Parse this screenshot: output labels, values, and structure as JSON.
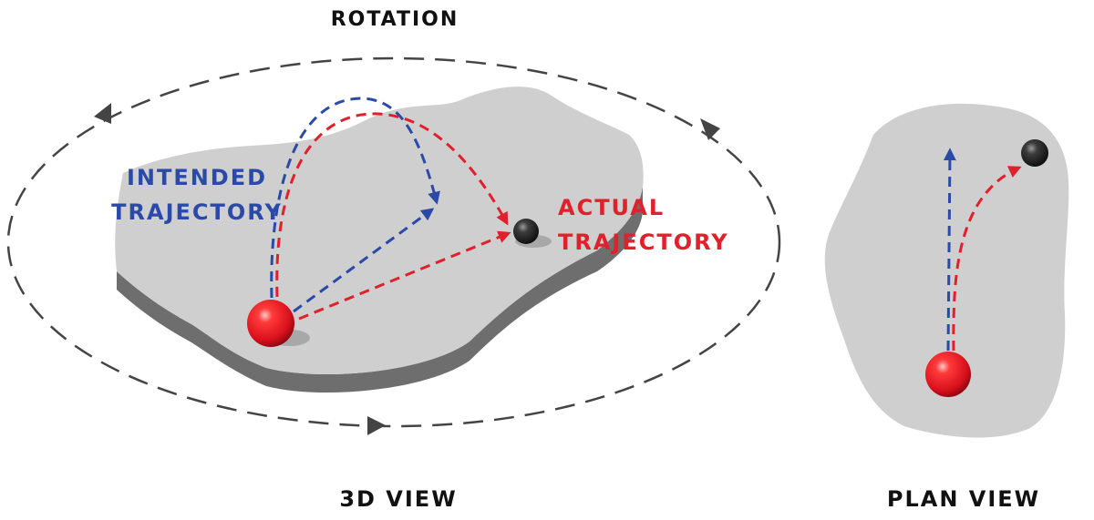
{
  "labels": {
    "rotation": "ROTATION",
    "intended_line1": "INTENDED",
    "intended_line2": "TRAJECTORY",
    "actual_line1": "ACTUAL",
    "actual_line2": "TRAJECTORY",
    "view_3d": "3D VIEW",
    "view_plan": "PLAN VIEW"
  },
  "colors": {
    "intended": "#2b4aa8",
    "actual": "#e0202a",
    "surface": "#cfcfcf",
    "surface_edge": "#6e6e6e",
    "dashes": "#444444",
    "text_dark": "#111111"
  }
}
